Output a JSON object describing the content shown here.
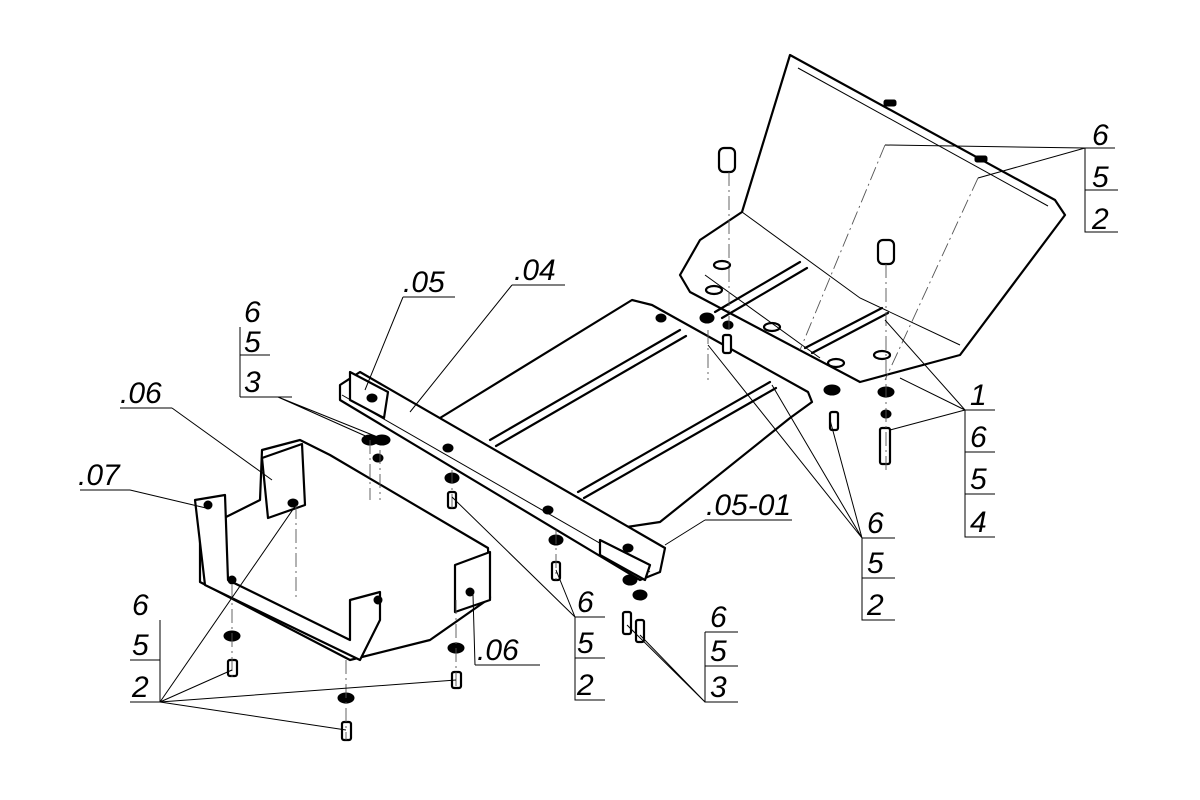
{
  "callouts": {
    "part_05": ".05",
    "part_04": ".04",
    "part_06_top": ".06",
    "part_07": ".07",
    "part_06_bottom": ".06",
    "part_05_01": ".05-01",
    "stack_top_right": [
      "6",
      "5",
      "2"
    ],
    "stack_upper_left": [
      "6",
      "5",
      "3"
    ],
    "stack_right_four": [
      "1",
      "6",
      "5",
      "4"
    ],
    "stack_center_right": [
      "6",
      "5",
      "2"
    ],
    "stack_bottom_left": [
      "6",
      "5",
      "2"
    ],
    "stack_bottom_center": [
      "6",
      "5",
      "2"
    ],
    "stack_bottom_right": [
      "6",
      "5",
      "3"
    ]
  }
}
